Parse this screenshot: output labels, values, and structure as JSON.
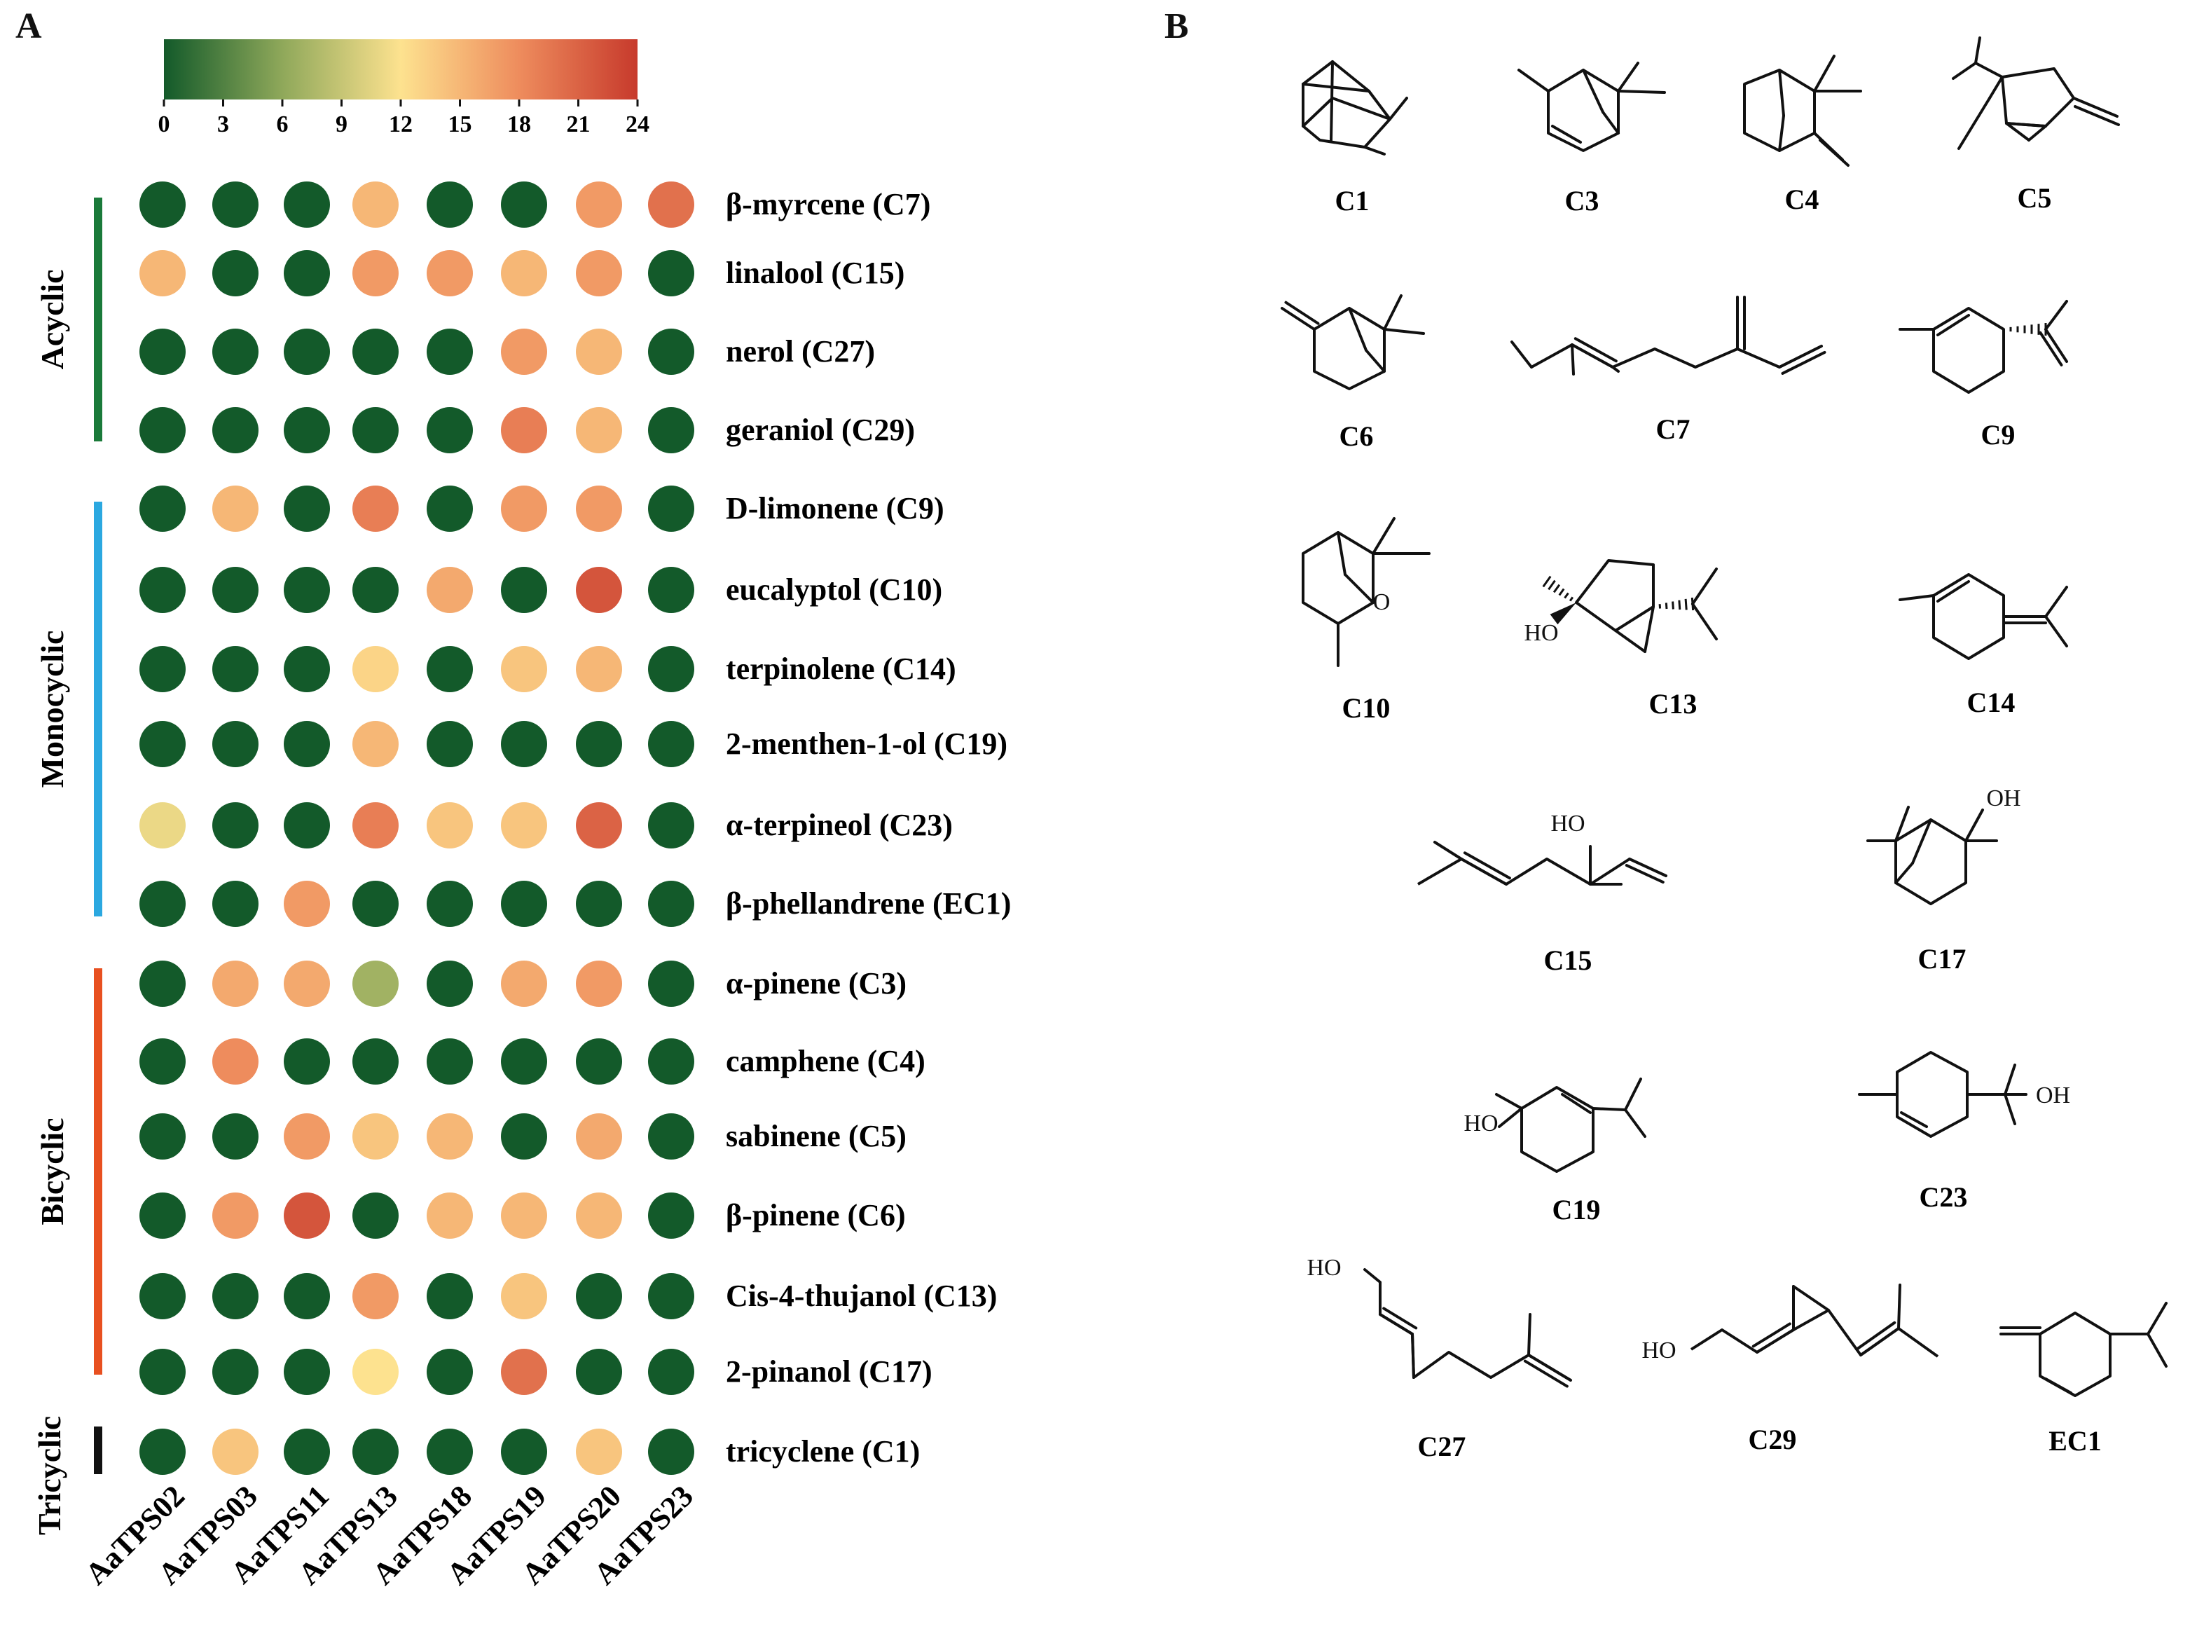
{
  "panels": {
    "a_label": "A",
    "b_label": "B"
  },
  "colorbar": {
    "ticks": [
      "0",
      "3",
      "6",
      "9",
      "12",
      "15",
      "18",
      "21",
      "24"
    ],
    "min": 0,
    "max": 24,
    "stops": [
      {
        "v": 0,
        "c": "#135a2a"
      },
      {
        "v": 6,
        "c": "#8fa85a"
      },
      {
        "v": 12,
        "c": "#fde28f"
      },
      {
        "v": 18,
        "c": "#ee8c5d"
      },
      {
        "v": 24,
        "c": "#c73a2c"
      }
    ]
  },
  "chart_data": {
    "type": "heatmap",
    "x": [
      "AaTPS02",
      "AaTPS03",
      "AaTPS11",
      "AaTPS13",
      "AaTPS18",
      "AaTPS19",
      "AaTPS20",
      "AaTPS23"
    ],
    "y": [
      "β-myrcene (C7)",
      "linalool (C15)",
      "nerol (C27)",
      "geraniol (C29)",
      "D-limonene (C9)",
      "eucalyptol (C10)",
      "terpinolene (C14)",
      "2-menthen-1-ol (C19)",
      "α-terpineol (C23)",
      "β-phellandrene (EC1)",
      "α-pinene (C3)",
      "camphene (C4)",
      "sabinene (C5)",
      "β-pinene (C6)",
      "Cis-4-thujanol (C13)",
      "2-pinanol (C17)",
      "tricyclene (C1)"
    ],
    "values": [
      [
        0,
        0,
        0,
        15,
        0,
        0,
        17,
        20
      ],
      [
        15,
        0,
        0,
        17,
        17,
        15,
        17,
        0
      ],
      [
        0,
        0,
        0,
        0,
        0,
        17,
        15,
        0
      ],
      [
        0,
        0,
        0,
        0,
        0,
        19,
        15,
        0
      ],
      [
        0,
        15,
        0,
        19,
        0,
        17,
        17,
        0
      ],
      [
        0,
        0,
        0,
        0,
        16,
        0,
        22,
        0
      ],
      [
        0,
        0,
        0,
        13,
        0,
        14,
        15,
        0
      ],
      [
        0,
        0,
        0,
        15,
        0,
        0,
        0,
        0
      ],
      [
        11,
        0,
        0,
        19,
        14,
        14,
        21,
        0
      ],
      [
        0,
        0,
        17,
        0,
        0,
        0,
        0,
        0
      ],
      [
        0,
        16,
        16,
        7,
        0,
        16,
        17,
        0
      ],
      [
        0,
        18,
        0,
        0,
        0,
        0,
        0,
        0
      ],
      [
        0,
        0,
        17,
        14,
        15,
        0,
        16,
        0
      ],
      [
        0,
        17,
        22,
        0,
        15,
        15,
        15,
        0
      ],
      [
        0,
        0,
        0,
        17,
        0,
        14,
        0,
        0
      ],
      [
        0,
        0,
        0,
        12,
        0,
        20,
        0,
        0
      ],
      [
        0,
        14,
        0,
        0,
        0,
        0,
        14,
        0
      ]
    ],
    "vmin": 0,
    "vmax": 24
  },
  "groups": [
    {
      "label": "Acyclic",
      "color": "#1a7a3a",
      "first": 0,
      "last": 3
    },
    {
      "label": "Monocyclic",
      "color": "#2ba8e0",
      "first": 4,
      "last": 9
    },
    {
      "label": "Bicyclic",
      "color": "#e85020",
      "first": 10,
      "last": 15
    },
    {
      "label": "Tricyclic",
      "color": "#111111",
      "first": 16,
      "last": 16
    }
  ],
  "structures": [
    {
      "code": "C1"
    },
    {
      "code": "C3"
    },
    {
      "code": "C4"
    },
    {
      "code": "C5"
    },
    {
      "code": "C6"
    },
    {
      "code": "C7"
    },
    {
      "code": "C9"
    },
    {
      "code": "C10"
    },
    {
      "code": "C13"
    },
    {
      "code": "C14"
    },
    {
      "code": "C15"
    },
    {
      "code": "C17"
    },
    {
      "code": "C19"
    },
    {
      "code": "C23"
    },
    {
      "code": "C27"
    },
    {
      "code": "C29"
    },
    {
      "code": "EC1"
    }
  ],
  "atom_labels": {
    "oh": "OH",
    "ho": "HO",
    "o": "O"
  }
}
